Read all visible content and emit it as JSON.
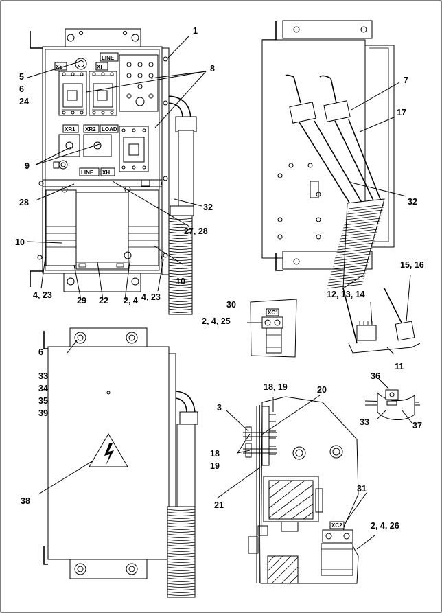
{
  "callouts": [
    {
      "id": "c1",
      "text": "1"
    },
    {
      "id": "c5",
      "text": "5"
    },
    {
      "id": "c6a",
      "text": "6"
    },
    {
      "id": "c24",
      "text": "24"
    },
    {
      "id": "c8",
      "text": "8"
    },
    {
      "id": "c9",
      "text": "9"
    },
    {
      "id": "c28",
      "text": "28"
    },
    {
      "id": "c10a",
      "text": "10"
    },
    {
      "id": "c22",
      "text": "22"
    },
    {
      "id": "c29",
      "text": "29"
    },
    {
      "id": "c2_4",
      "text": "2, 4"
    },
    {
      "id": "c4_23a",
      "text": "4, 23"
    },
    {
      "id": "c4_23b",
      "text": "4, 23"
    },
    {
      "id": "c32a",
      "text": "32"
    },
    {
      "id": "c27_28",
      "text": "27, 28"
    },
    {
      "id": "c10b",
      "text": "10"
    },
    {
      "id": "c7",
      "text": "7"
    },
    {
      "id": "c17",
      "text": "17"
    },
    {
      "id": "c32b",
      "text": "32"
    },
    {
      "id": "c15_16",
      "text": "15, 16"
    },
    {
      "id": "c12_13_14",
      "text": "12, 13, 14"
    },
    {
      "id": "c11",
      "text": "11"
    },
    {
      "id": "c30",
      "text": "30"
    },
    {
      "id": "c2_4_25",
      "text": "2, 4, 25"
    },
    {
      "id": "c6b",
      "text": "6"
    },
    {
      "id": "c33a",
      "text": "33"
    },
    {
      "id": "c34",
      "text": "34"
    },
    {
      "id": "c35",
      "text": "35"
    },
    {
      "id": "c39",
      "text": "39"
    },
    {
      "id": "c38",
      "text": "38"
    },
    {
      "id": "c18_19",
      "text": "18, 19"
    },
    {
      "id": "c20",
      "text": "20"
    },
    {
      "id": "c3",
      "text": "3"
    },
    {
      "id": "c18",
      "text": "18"
    },
    {
      "id": "c19",
      "text": "19"
    },
    {
      "id": "c21",
      "text": "21"
    },
    {
      "id": "c31",
      "text": "31"
    },
    {
      "id": "c2_4_26",
      "text": "2, 4, 26"
    },
    {
      "id": "c36",
      "text": "36"
    },
    {
      "id": "c33b",
      "text": "33"
    },
    {
      "id": "c37",
      "text": "37"
    }
  ],
  "panel_tags": [
    {
      "id": "t_xs",
      "text": "XS"
    },
    {
      "id": "t_xf",
      "text": "XF"
    },
    {
      "id": "t_line1",
      "text": "LINE"
    },
    {
      "id": "t_xr1",
      "text": "XR1"
    },
    {
      "id": "t_xr2",
      "text": "XR2"
    },
    {
      "id": "t_load",
      "text": "LOAD"
    },
    {
      "id": "t_line2",
      "text": "LINE"
    },
    {
      "id": "t_xh",
      "text": "XH"
    },
    {
      "id": "t_xc1",
      "text": "XC1"
    },
    {
      "id": "t_xc2",
      "text": "XC2"
    }
  ]
}
